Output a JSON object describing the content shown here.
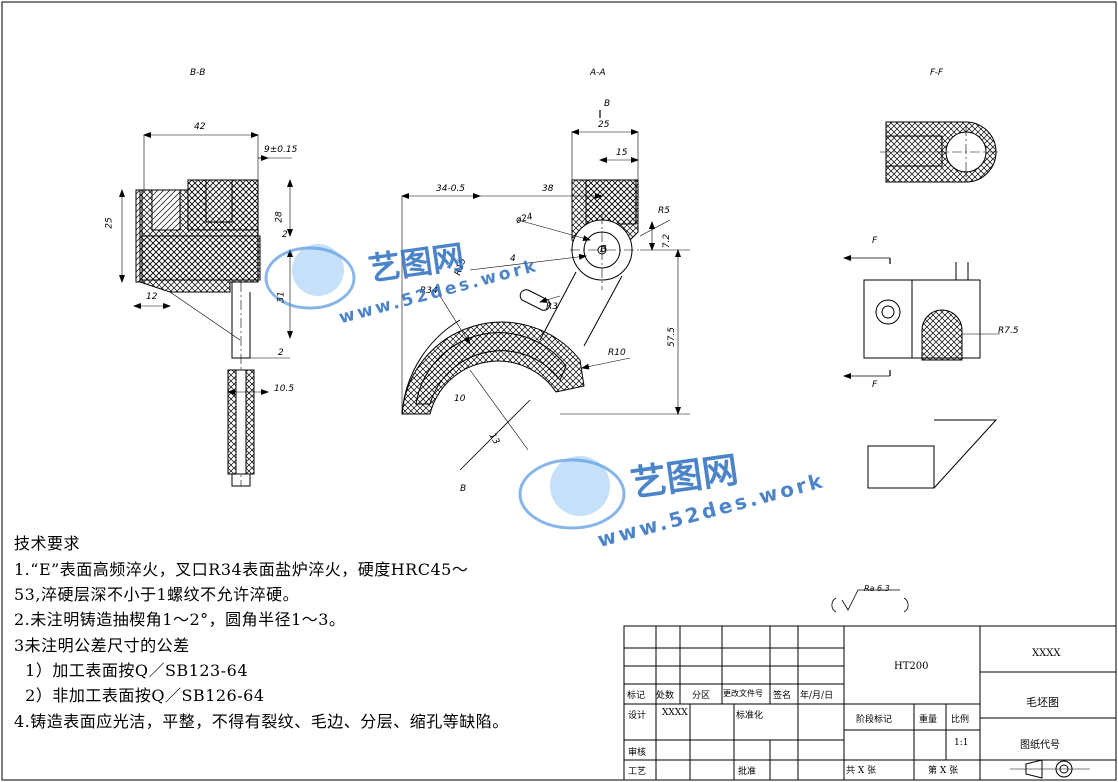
{
  "views": {
    "section_bb": "B-B",
    "section_aa": "A-A",
    "section_ff": "F-F",
    "view_mark_b_top": "B",
    "view_mark_b_bottom": "B",
    "view_mark_f_top": "F",
    "view_mark_f_bottom": "F",
    "point_b": "B"
  },
  "dimensions": {
    "d42": "42",
    "d9": "9±0.15",
    "d25_left": "25",
    "d28": "28",
    "d2_a": "2",
    "d31": "31",
    "d12": "12",
    "d2_b": "2",
    "d10_5": "10.5",
    "d25_top": "25",
    "d15": "15",
    "d34": "34-0.5",
    "d38": "38",
    "d_phi24": "ø24",
    "r5": "R5",
    "d7_2": "7.2",
    "r15": "R15",
    "r34": "R34",
    "r3": "R3",
    "d57_5": "57.5",
    "r10": "R10",
    "r7_5": "R7.5",
    "d4": "4",
    "d10": "10",
    "d13": "13",
    "roughness": "Ra 6.3"
  },
  "watermark": {
    "brand": "艺图网",
    "url": "www.52des.work"
  },
  "tech_requirements": {
    "title": "技术要求",
    "line1": "1.“E”表面高频淬火，叉口R34表面盐炉淬火，硬度HRC45～",
    "line2": "53,淬硬层深不小于1螺纹不允许淬硬。",
    "line3": "2.未注明铸造抽楔角1～2°，圆角半径1～3。",
    "line4": "3未注明公差尺寸的公差",
    "line5": "  1）加工表面按Q／SB123-64",
    "line6": "  2）非加工表面按Q／SB126-64",
    "line7": "4.铸造表面应光洁，平整，不得有裂纹、毛边、分层、缩孔等缺陷。"
  },
  "title_block": {
    "material": "HT200",
    "company": "XXXX",
    "drawing_name": "毛坯图",
    "drawing_code_label": "图纸代号",
    "mark": "标记",
    "count": "处数",
    "zone": "分区",
    "change_doc": "更改文件号",
    "signature": "签名",
    "date": "年/月/日",
    "design": "设计",
    "designer": "XXXX",
    "standardize": "标准化",
    "stage_mark": "阶段标记",
    "weight": "重量",
    "scale": "比例",
    "scale_value": "1:1",
    "review": "审核",
    "process": "工艺",
    "approve": "批准",
    "total_sheets": "共 X 张",
    "sheet_no": "第 X 张"
  }
}
